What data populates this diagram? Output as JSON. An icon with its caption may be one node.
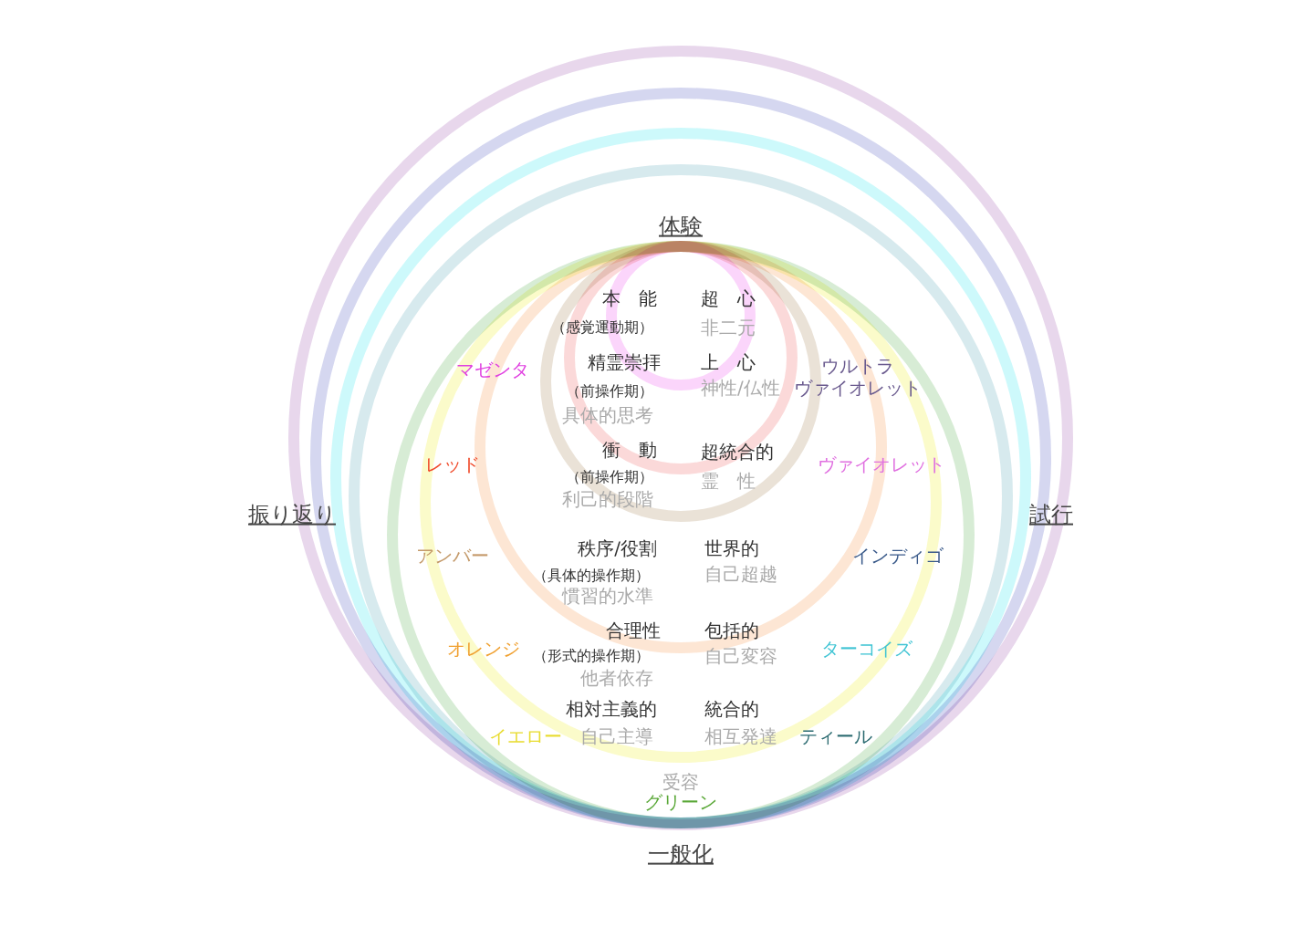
{
  "diagram": {
    "labels": [
      "体験",
      "本　能",
      "超　心",
      "（感覚運動期）",
      "非二元",
      "マゼンタ",
      "精霊崇拝",
      "上　心",
      "ウルトラヴァイオレット",
      "（前操作期）",
      "神性/仏性",
      "具体的思考",
      "レッド",
      "衝　動",
      "超統合的",
      "ヴァイオレット",
      "（前操作期）",
      "霊　性",
      "利己的段階",
      "振り返り",
      "試行",
      "アンバー",
      "秩序/役割",
      "世界的",
      "インディゴ",
      "（具体的操作期）",
      "自己超越",
      "慣習的水準",
      "合理性",
      "包括的",
      "オレンジ",
      "（形式的操作期）",
      "自己変容",
      "ターコイズ",
      "他者依存",
      "相対主義的",
      "統合的",
      "イエロー",
      "自己主導",
      "相互発達",
      "ティール",
      "受容",
      "グリーン",
      "一般化"
    ]
  }
}
